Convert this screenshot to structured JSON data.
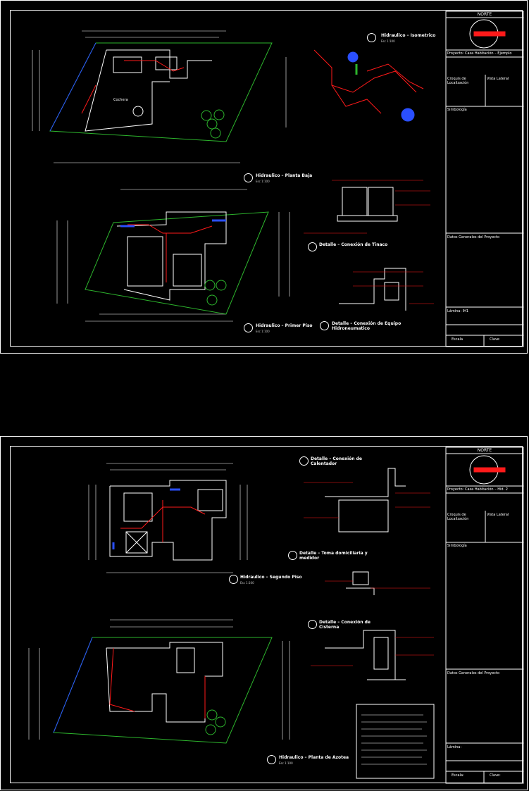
{
  "sheet1": {
    "titles": {
      "planta_baja": "Hidraulico – Planta Baja",
      "primer_piso": "Hidraulico – Primer Piso",
      "isometrico": "Hidraulico – Isometrico",
      "conexion_tinaco": "Detalle – Conexión de Tinaco",
      "conexion_equipo": "Detalle – Conexión de Equipo Hidroneumatico"
    },
    "scale": "Esc 1:100",
    "room_labels": {
      "cochera": "Cochera"
    },
    "title_block": {
      "norte": "NORTE",
      "proyecto": "Proyecto: Casa Habitación – Ejemplo",
      "croquis": "Croquis de Localización",
      "vista": "Vista Lateral",
      "simbologia": "Simbología",
      "notas": "Datos Generales del Proyecto",
      "lamina": "Lámina: IH1",
      "escala": "Escala",
      "clave": "Clave"
    }
  },
  "sheet2": {
    "titles": {
      "segundo_piso": "Hidraulico – Segundo Piso",
      "azotea": "Hidraulico – Planta de Azotea",
      "conexion_calentador": "Detalle – Conexión de Calentador",
      "toma_domiciliaria": "Detalle – Toma domiciliaria y medidor",
      "conexion_cisterna": "Detalle – Conexión de Cisterna"
    },
    "scale": "Esc 1:100",
    "title_block": {
      "norte": "NORTE",
      "proyecto": "Proyecto: Casa Habitación – Hid. 2",
      "croquis": "Croquis de Localización",
      "vista": "Vista Lateral",
      "simbologia": "Simbología",
      "notas": "Datos Generales del Proyecto",
      "lamina": "Lámina:",
      "escala": "Escala:",
      "clave": "Clave:"
    }
  },
  "colors": {
    "background": "#000000",
    "lines": "#ffffff",
    "green": "#2db52d",
    "red": "#ff1a1a",
    "blue": "#2a4fff",
    "yellow": "#ffff00"
  }
}
